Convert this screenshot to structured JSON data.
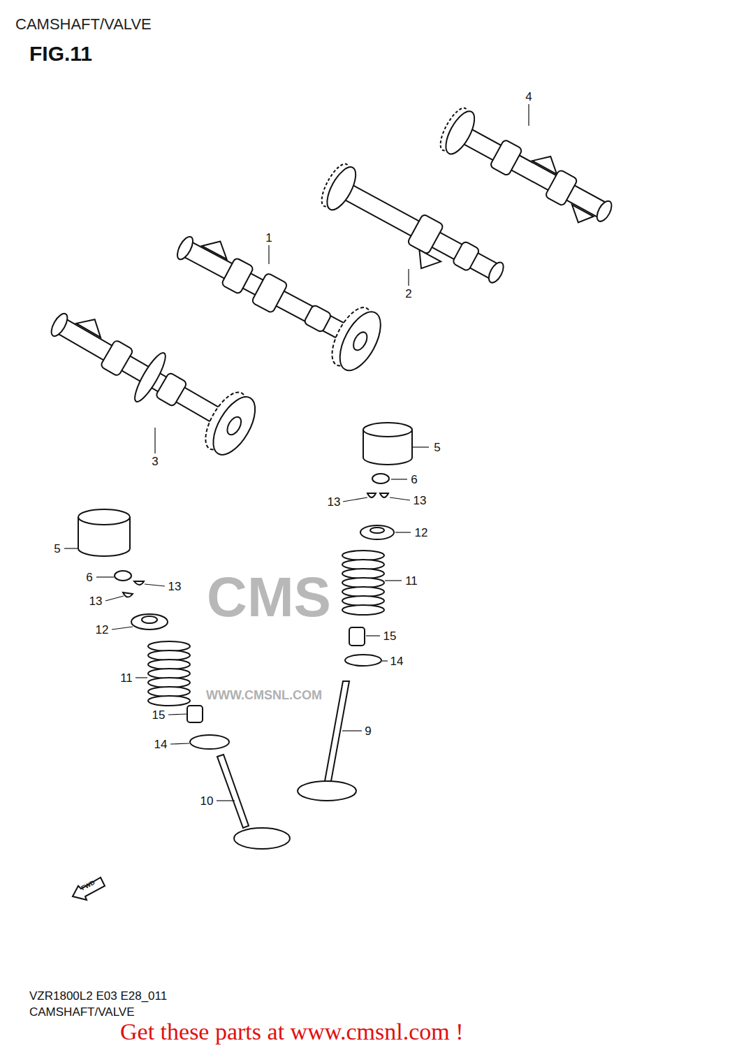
{
  "diagram": {
    "title": "CAMSHAFT/VALVE",
    "caption": "CAMSHAFT/VALVE",
    "labels": [
      "FIG.11",
      "4",
      "1",
      "2",
      "3",
      "5",
      "6",
      "13",
      "13",
      "12",
      "11",
      "15",
      "14",
      "9",
      "5",
      "6",
      "13",
      "13",
      "12",
      "11",
      "15",
      "14",
      "10",
      "CMS",
      "WWW.CMSNL.COM",
      "FWD",
      "VZR1800L2 E03 E28_011",
      "Get these parts at www.cmsnl.com !"
    ]
  }
}
